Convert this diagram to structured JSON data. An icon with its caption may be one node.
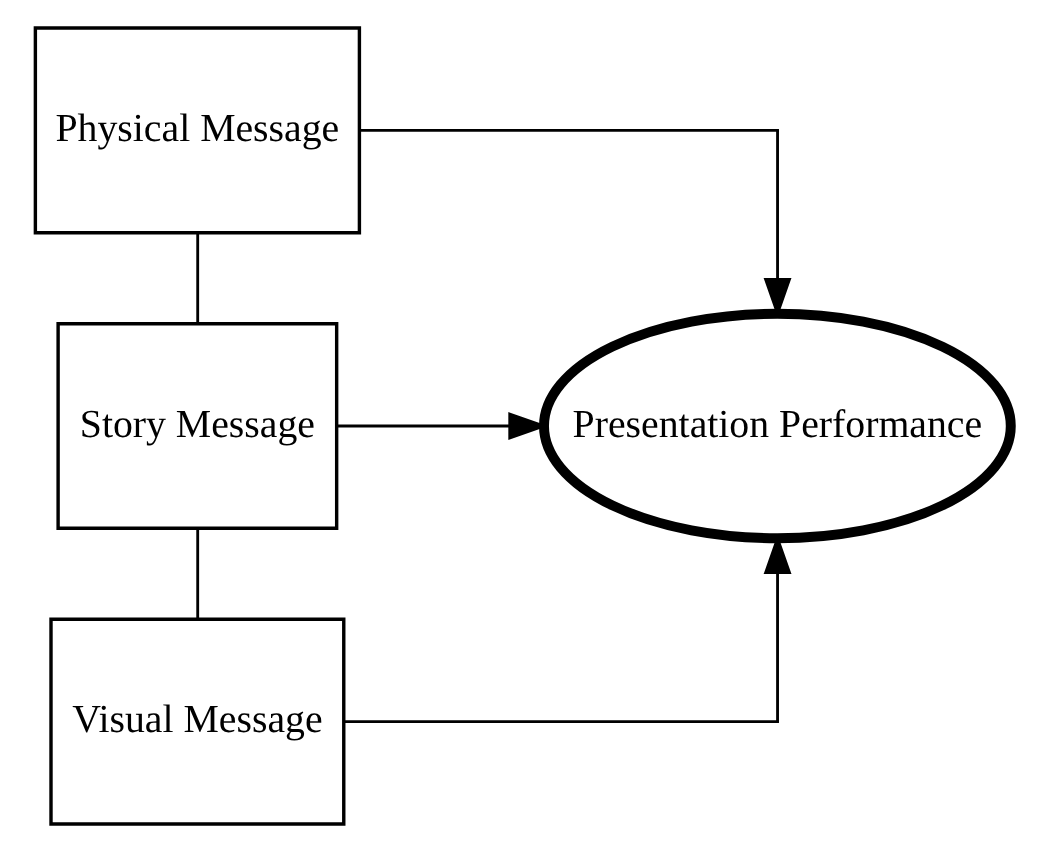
{
  "diagram": {
    "nodes": [
      {
        "text": [
          "Physical Message"
        ]
      },
      {
        "text": [
          "Story Message"
        ]
      },
      {
        "text": [
          "Visual Message"
        ]
      },
      {
        "text": [
          "Presentation Performance"
        ]
      }
    ],
    "edges": [
      {
        "from": 0,
        "to": 1,
        "arrow": "none"
      },
      {
        "from": 1,
        "to": 2,
        "arrow": "none"
      },
      {
        "from": 0,
        "to": 3,
        "arrow": "to"
      },
      {
        "from": 1,
        "to": 3,
        "arrow": "to"
      },
      {
        "from": 2,
        "to": 3,
        "arrow": "to"
      }
    ]
  }
}
